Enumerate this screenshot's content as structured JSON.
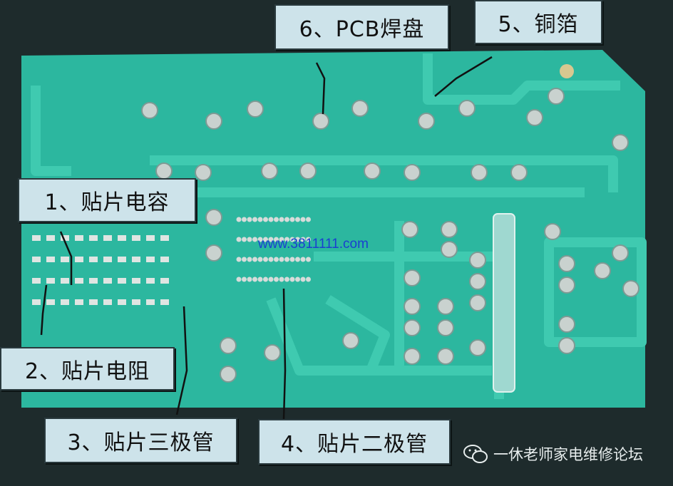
{
  "labels": {
    "pcb_pad": "6、PCB焊盘",
    "copper_foil": "5、铜箔",
    "smd_capacitor": "1、贴片电容",
    "smd_resistor": "2、贴片电阻",
    "smd_transistor": "3、贴片三极管",
    "smd_diode": "4、贴片二极管"
  },
  "watermark_url": "www.3811111.com",
  "forum_name": "一休老师家电维修论坛",
  "colors": {
    "board": "#2cb79f",
    "trace": "#3fcab0",
    "label_bg": "#cde3ea",
    "background": "#1e2b2c"
  }
}
